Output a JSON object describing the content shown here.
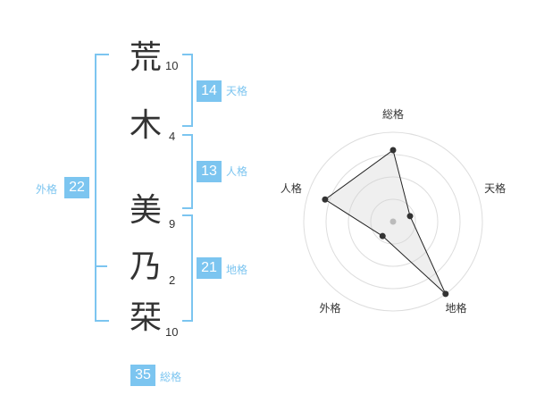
{
  "name": {
    "characters": [
      {
        "char": "荒",
        "strokes": "10"
      },
      {
        "char": "木",
        "strokes": "4"
      },
      {
        "char": "美",
        "strokes": "9"
      },
      {
        "char": "乃",
        "strokes": "2"
      },
      {
        "char": "栞",
        "strokes": "10"
      }
    ]
  },
  "fortunes": {
    "tenkaku": {
      "value": "14",
      "label": "天格"
    },
    "jinkaku": {
      "value": "13",
      "label": "人格"
    },
    "chikaku": {
      "value": "21",
      "label": "地格"
    },
    "gaikaku": {
      "value": "22",
      "label": "外格"
    },
    "soukaku": {
      "value": "35",
      "label": "総格"
    }
  },
  "colors": {
    "accent": "#7cc5f0",
    "text": "#333333"
  },
  "chart_data": {
    "type": "radar",
    "axes": [
      "総格",
      "天格",
      "地格",
      "外格",
      "人格"
    ],
    "values": [
      0.8,
      0.2,
      1.0,
      0.2,
      0.8
    ],
    "rings": 4
  }
}
